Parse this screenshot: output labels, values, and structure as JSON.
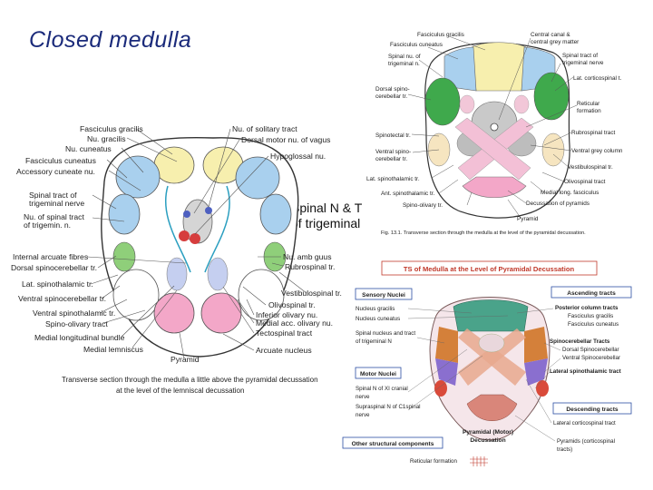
{
  "slide": {
    "title": "Closed medulla",
    "center_note_line1": "Spinal N & T",
    "center_note_line2": "of trigeminal"
  },
  "left_figure": {
    "labels_left": [
      "Fasciculus gracilis",
      "Nu. gracilis",
      "Nu. cuneatus",
      "Fasciculus cuneatus",
      "Accessory cuneate nu.",
      "Spinal tract of",
      "trigeminal nerve",
      "Nu. of spinal tract",
      "of trigemin. n.",
      "Internal arcuate fibres",
      "Dorsal spinocerebellar tr.",
      "Lat. spinothalamic tr.",
      "Ventral spinocerebellar tr.",
      "Ventral spinothalamic tr.",
      "Spino-olivary tract",
      "Medial longitudinal bundle",
      "Medial lemniscus",
      "Pyramid"
    ],
    "labels_right": [
      "Nu. of solitary tract",
      "Dorsal motor nu. of vagus",
      "Hypoglossal nu.",
      "Nu. amb guus",
      "Rubrospinal tr.",
      "Vestibulospinal tr.",
      "Olivospinal tr.",
      "Inferior olivary nu.",
      "Medial acc. olivary nu.",
      "Tectospinal tract",
      "Arcuate nucleus"
    ],
    "caption_line1": "Transverse section through the medulla a little above the pyramidal decussation",
    "caption_line2": "at the level of the lemniscal decussation"
  },
  "top_right_figure": {
    "labels_left": [
      "Fasciculus gracilis",
      "Fasciculus cuneatus",
      "Spinal nu. of",
      "trigeminal n.",
      "Dorsal spino-",
      "cerebellar tr.",
      "Spinotectal tr.",
      "Ventral spino-",
      "cerebellar tr.",
      "Lat. spinothalamic tr.",
      "Ant. spinothalamic tr.",
      "Spino-olivary tr."
    ],
    "labels_right": [
      "Central canal &",
      "central grey matter",
      "Spinal tract of",
      "trigeminal nerve",
      "Lat. corticospinal t.",
      "Reticular",
      "formation",
      "Rubrospinal tract",
      "Ventral grey column",
      "Vestibulospinal tr.",
      "Olivospinal tract",
      "Medial long. fasciculus",
      "Decussation of pyramids",
      "Pyramid"
    ],
    "caption": "Fig. 13.1. Transverse section through the medulla at the level of the pyramidal decussation."
  },
  "bottom_right_figure": {
    "header": "TS of Medulla at the Level of Pyramidal Decussation",
    "box_sensory": "Sensory Nuclei",
    "sensory_items": [
      "Nucleus gracilis",
      "Nucleus cuneatus",
      "Spinal nucleus and tract",
      "of trigeminal N"
    ],
    "box_motor": "Motor Nuclei",
    "motor_items": [
      "Spinal N of XI cranial",
      "nerve",
      "Supraspinal N of C1spinal",
      "nerve"
    ],
    "box_other": "Other structural components",
    "other_item": "Reticular formation",
    "box_ascending": "Ascending tracts",
    "ascending_items": [
      "Posterior column tracts",
      "Fasciculus gracilis",
      "Fasciculus cuneatus",
      "Spinocerebellar Tracts",
      "Dorsal Spinocerebellar",
      "Ventral Spinocerebellar",
      "Lateral spinothalamic tract"
    ],
    "box_descending": "Descending tracts",
    "descending_items": [
      "Lateral corticospinal tract",
      "Pyramids (corticospinal",
      "tracts)"
    ],
    "pyramidal_label_line1": "Pyramidal (Motor)",
    "pyramidal_label_line2": "Decussation"
  },
  "colors": {
    "title": "#1a2a7a",
    "gracilis_yellow": "#f7efae",
    "cuneatus_blue": "#a9d0ee",
    "tract_green": "#3fa94c",
    "olive_green": "#8fcf7a",
    "pyramid_pink": "#f3a7c8",
    "grey_matter": "#b9b9b9",
    "header_red": "#c0392b",
    "box_blue": "#2c4fa3"
  }
}
